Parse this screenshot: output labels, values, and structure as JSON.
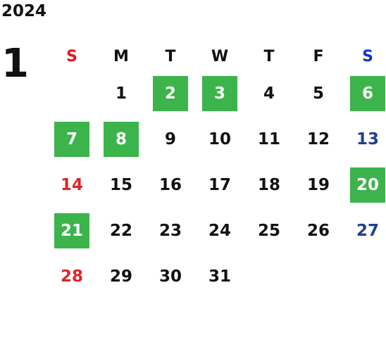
{
  "calendar": {
    "year": "2024",
    "month": "1",
    "weekdays": [
      "S",
      "M",
      "T",
      "W",
      "T",
      "F",
      "S"
    ],
    "start_weekday_index": 1,
    "days": [
      {
        "label": "1",
        "highlight": false
      },
      {
        "label": "2",
        "highlight": true
      },
      {
        "label": "3",
        "highlight": true
      },
      {
        "label": "4",
        "highlight": false
      },
      {
        "label": "5",
        "highlight": false
      },
      {
        "label": "6",
        "highlight": true
      },
      {
        "label": "7",
        "highlight": true
      },
      {
        "label": "8",
        "highlight": true
      },
      {
        "label": "9",
        "highlight": false
      },
      {
        "label": "10",
        "highlight": false
      },
      {
        "label": "11",
        "highlight": false
      },
      {
        "label": "12",
        "highlight": false
      },
      {
        "label": "13",
        "highlight": false
      },
      {
        "label": "14",
        "highlight": false
      },
      {
        "label": "15",
        "highlight": false
      },
      {
        "label": "16",
        "highlight": false
      },
      {
        "label": "17",
        "highlight": false
      },
      {
        "label": "18",
        "highlight": false
      },
      {
        "label": "19",
        "highlight": false
      },
      {
        "label": "20",
        "highlight": true
      },
      {
        "label": "21",
        "highlight": true
      },
      {
        "label": "22",
        "highlight": false
      },
      {
        "label": "23",
        "highlight": false
      },
      {
        "label": "24",
        "highlight": false
      },
      {
        "label": "25",
        "highlight": false
      },
      {
        "label": "26",
        "highlight": false
      },
      {
        "label": "27",
        "highlight": false
      },
      {
        "label": "28",
        "highlight": false
      },
      {
        "label": "29",
        "highlight": false
      },
      {
        "label": "30",
        "highlight": false
      },
      {
        "label": "31",
        "highlight": false
      }
    ]
  },
  "colors": {
    "highlight": "#3cb44b",
    "sunday_header": "#e8141e",
    "saturday_header": "#1133cc",
    "sunday_day": "#e02424",
    "saturday_day": "#1f3f8f",
    "text": "#111111"
  }
}
